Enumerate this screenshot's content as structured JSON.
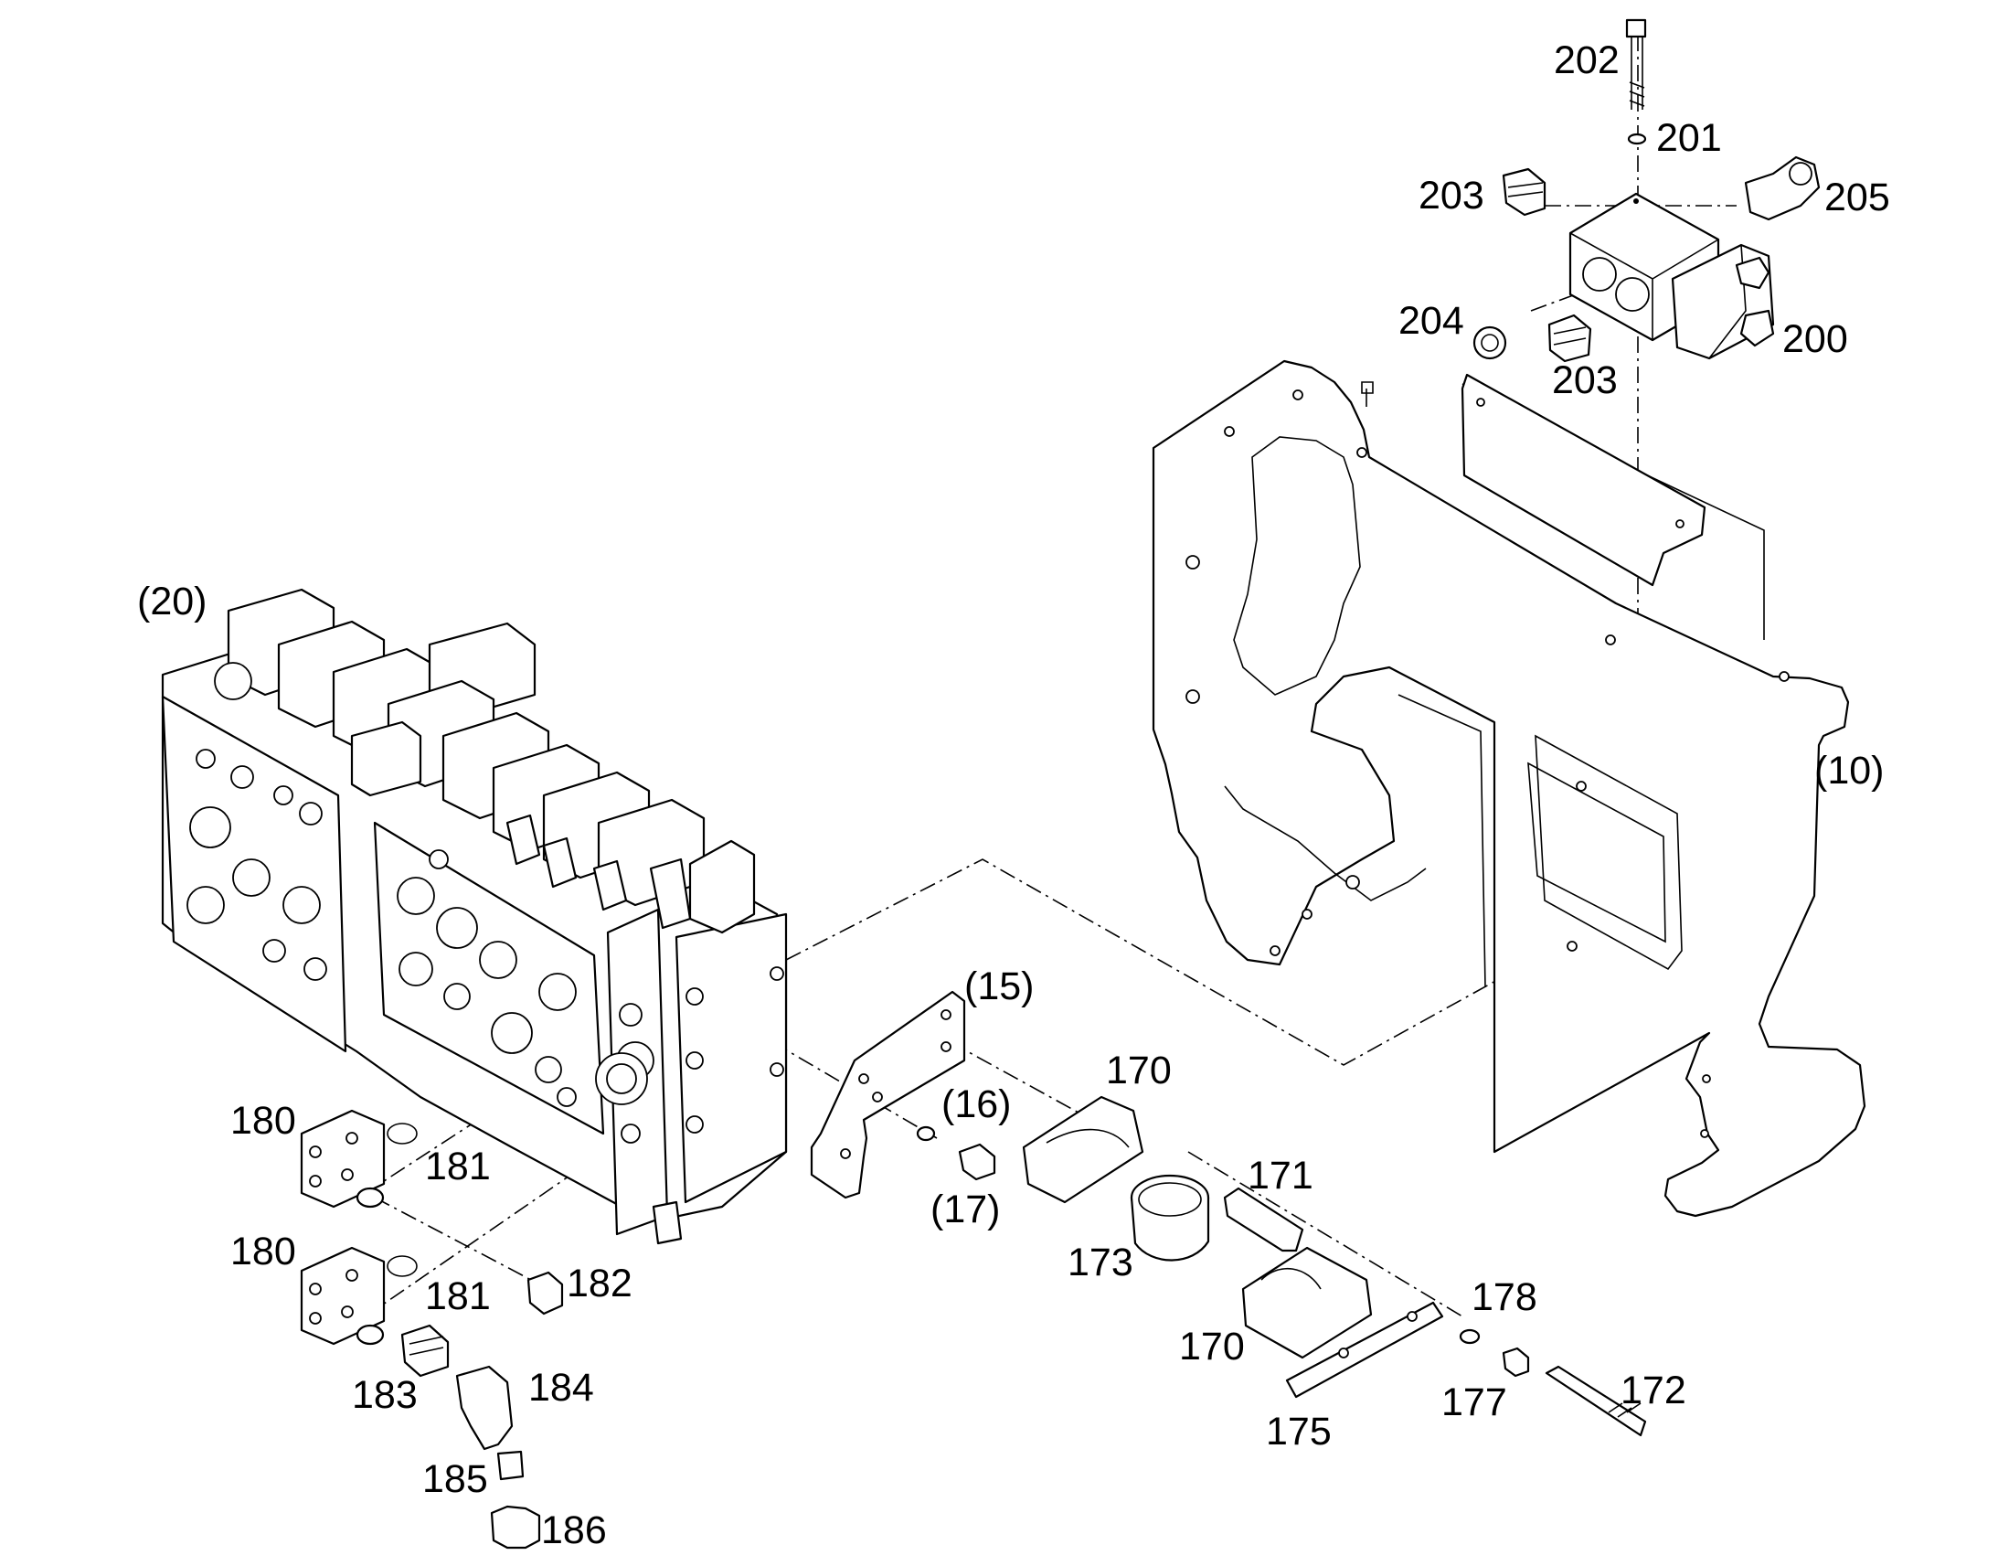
{
  "callouts": [
    {
      "id": "c202",
      "label": "202"
    },
    {
      "id": "c201",
      "label": "201"
    },
    {
      "id": "c203a",
      "label": "203"
    },
    {
      "id": "c205",
      "label": "205"
    },
    {
      "id": "c204",
      "label": "204"
    },
    {
      "id": "c203b",
      "label": "203"
    },
    {
      "id": "c200",
      "label": "200"
    },
    {
      "id": "c20",
      "label": "(20)"
    },
    {
      "id": "c10",
      "label": "(10)"
    },
    {
      "id": "c15",
      "label": "(15)"
    },
    {
      "id": "c170a",
      "label": "170"
    },
    {
      "id": "c16",
      "label": "(16)"
    },
    {
      "id": "c17",
      "label": "(17)"
    },
    {
      "id": "c180a",
      "label": "180"
    },
    {
      "id": "c181a",
      "label": "181"
    },
    {
      "id": "c180b",
      "label": "180"
    },
    {
      "id": "c181b",
      "label": "181"
    },
    {
      "id": "c182",
      "label": "182"
    },
    {
      "id": "c183",
      "label": "183"
    },
    {
      "id": "c184",
      "label": "184"
    },
    {
      "id": "c185",
      "label": "185"
    },
    {
      "id": "c186",
      "label": "186"
    },
    {
      "id": "c171",
      "label": "171"
    },
    {
      "id": "c173",
      "label": "173"
    },
    {
      "id": "c170b",
      "label": "170"
    },
    {
      "id": "c178",
      "label": "178"
    },
    {
      "id": "c177",
      "label": "177"
    },
    {
      "id": "c172",
      "label": "172"
    },
    {
      "id": "c175",
      "label": "175"
    }
  ]
}
